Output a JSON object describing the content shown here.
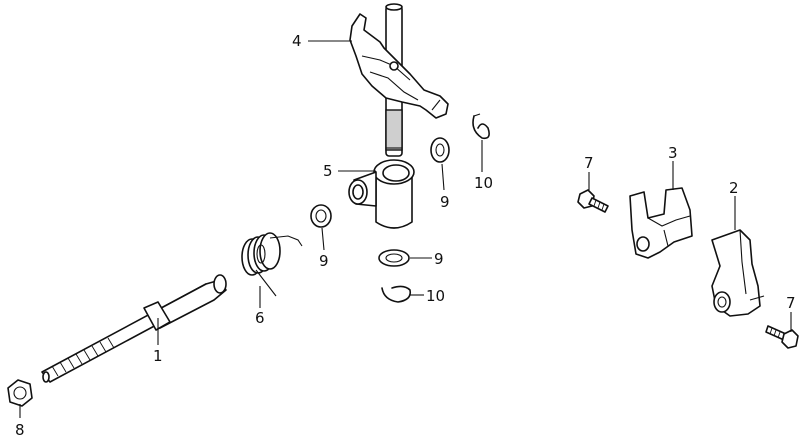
{
  "diagram": {
    "callouts": [
      {
        "key": "p1",
        "text": "1"
      },
      {
        "key": "p2",
        "text": "2"
      },
      {
        "key": "p3",
        "text": "3"
      },
      {
        "key": "p4",
        "text": "4"
      },
      {
        "key": "p5",
        "text": "5"
      },
      {
        "key": "p6",
        "text": "6"
      },
      {
        "key": "p7a",
        "text": "7"
      },
      {
        "key": "p7b",
        "text": "7"
      },
      {
        "key": "p8",
        "text": "8"
      },
      {
        "key": "p9a",
        "text": "9"
      },
      {
        "key": "p9b",
        "text": "9"
      },
      {
        "key": "p9c",
        "text": "9"
      },
      {
        "key": "p10a",
        "text": "10"
      },
      {
        "key": "p10b",
        "text": "10"
      }
    ]
  }
}
